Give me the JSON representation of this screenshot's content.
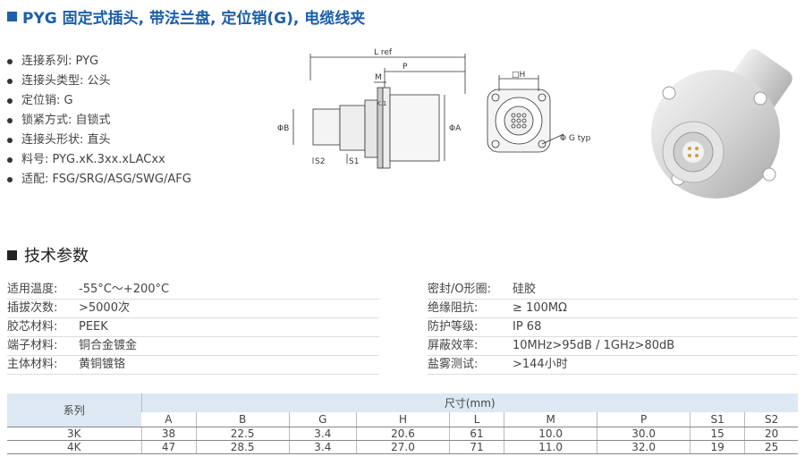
{
  "title": "PYG 固定式插头, 带法兰盘, 定位销(G), 电缆线夹",
  "features": [
    "连接系列: PYG",
    "连接头类型: 公头",
    "定位销: G",
    "锁紧方式: 自锁式",
    "连接头形状: 直头",
    "料号: PYG.xK.3xx.xLACxx",
    "适配: FSG/SRG/ASG/SWG/AFG"
  ],
  "drawing_labels": {
    "lref": "L ref",
    "p": "P",
    "m": "M",
    "phi_b": "ΦB",
    "phi_a": "ΦA",
    "s2": "S2",
    "s1": "S1",
    "h": "□H",
    "g": "Φ G typ"
  },
  "section_title": "技术参数",
  "specs_left": [
    {
      "k": "适用温度:",
      "v": "-55°C〜+200°C"
    },
    {
      "k": "插拔次数:",
      "v": ">5000次"
    },
    {
      "k": "胶芯材料:",
      "v": "PEEK"
    },
    {
      "k": "端子材料:",
      "v": "铜合金镀金"
    },
    {
      "k": "主体材料:",
      "v": "黄铜镀铬"
    }
  ],
  "specs_right": [
    {
      "k": "密封/O形圈:",
      "v": "硅胶"
    },
    {
      "k": "绝缘阻抗:",
      "v": "≥ 100MΩ"
    },
    {
      "k": "防护等级:",
      "v": "IP 68"
    },
    {
      "k": "屏蔽效率:",
      "v": "10MHz>95dB / 1GHz>80dB"
    },
    {
      "k": "盐雾测试:",
      "v": ">144小时"
    }
  ],
  "dim_table": {
    "series_header": "系列",
    "size_header": "尺寸(mm)",
    "columns": [
      "A",
      "B",
      "G",
      "H",
      "L",
      "M",
      "P",
      "S1",
      "S2"
    ],
    "rows": [
      {
        "series": "3K",
        "values": [
          "38",
          "22.5",
          "3.4",
          "20.6",
          "61",
          "10.0",
          "30.0",
          "15",
          "20"
        ]
      },
      {
        "series": "4K",
        "values": [
          "47",
          "28.5",
          "3.4",
          "27.0",
          "71",
          "11.0",
          "32.0",
          "19",
          "25"
        ]
      }
    ]
  }
}
